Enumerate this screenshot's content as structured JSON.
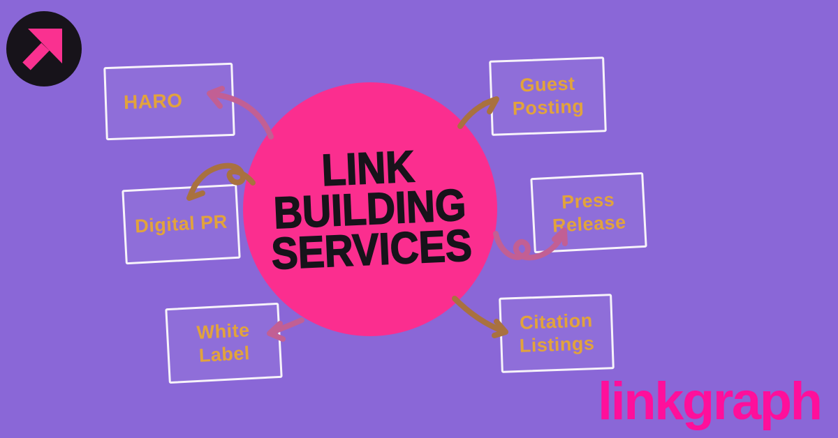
{
  "colors": {
    "background": "#8A67D7",
    "circle-pink": "#FB2E8F",
    "title-text": "#17131A",
    "box-border": "#F7F3FA",
    "label-orange": "#E2A33C",
    "arrow-tan": "#A9713F",
    "arrow-rose": "#C25F94",
    "logo-black": "#17131A",
    "logo-pink": "#FA3190",
    "wordmark-pink": "#FF0F9B"
  },
  "brand": {
    "logo_icon": "arrow-up-right-icon",
    "wordmark": "linkgraph"
  },
  "center": {
    "lines": [
      "LINK",
      "BUILDING",
      "SERVICES"
    ]
  },
  "nodes": [
    {
      "id": "haro",
      "lines": [
        "HARO"
      ]
    },
    {
      "id": "guest-posting",
      "lines": [
        "Guest",
        "Posting"
      ]
    },
    {
      "id": "digital-pr",
      "lines": [
        "Digital PR"
      ]
    },
    {
      "id": "press-release",
      "lines": [
        "Press",
        "Release"
      ]
    },
    {
      "id": "white-label",
      "lines": [
        "White",
        "Label"
      ]
    },
    {
      "id": "citation-listings",
      "lines": [
        "Citation",
        "Listings"
      ]
    }
  ]
}
